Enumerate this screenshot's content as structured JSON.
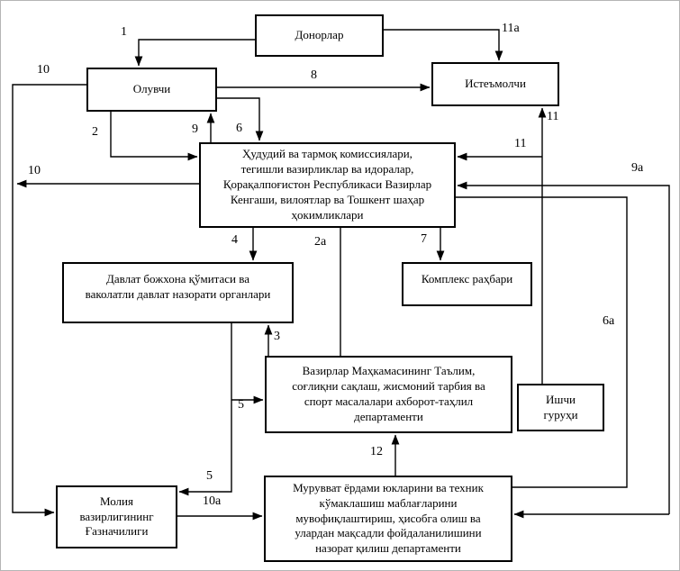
{
  "diagram": {
    "boxes": {
      "donors": {
        "label": "Донорлар"
      },
      "oluvchi": {
        "label": "Олувчи"
      },
      "istemolchi": {
        "label": "Истеъмолчи"
      },
      "central": {
        "label": "Ҳудудий ва тармоқ комиссиялари,\nтегишли вазирликлар ва идоралар,\nҚорақалпоғистон Республикаси Вазирлар\nКенгаши, вилоятлар ва Тошкент шаҳар\nҳокимликлари"
      },
      "bojxona": {
        "label": "Давлат божхона қўмитаси ва\nваколатли давлат назорати органлари"
      },
      "kompleks": {
        "label": "Комплекс раҳбари"
      },
      "vazirlar": {
        "label": "Вазирлар Маҳкамасининг Таълим,\nсоғлиқни сақлаш, жисмоний тарбия ва\nспорт масалалари ахборот-таҳлил\nдепартаменти"
      },
      "ishchi": {
        "label": "Ишчи\nгуруҳи"
      },
      "moliya": {
        "label": "Молия\nвазирлигининг\nҒазначилиги"
      },
      "muruvvat": {
        "label": "Мурувват ёрдами юкларини ва техник\nкўмаклашиш маблағларини\nмувофиқлаштириш, ҳисобга олиш ва\nулардан мақсадли фойдаланилишини\nназорат қилиш департаменти"
      }
    },
    "edge_labels": [
      "1",
      "10",
      "8",
      "11а",
      "2",
      "9",
      "6",
      "11",
      "11",
      "9а",
      "10",
      "4",
      "2а",
      "7",
      "6а",
      "3",
      "5",
      "5",
      "10а",
      "12"
    ],
    "line_color": "#000000",
    "background_color": "#ffffff"
  }
}
